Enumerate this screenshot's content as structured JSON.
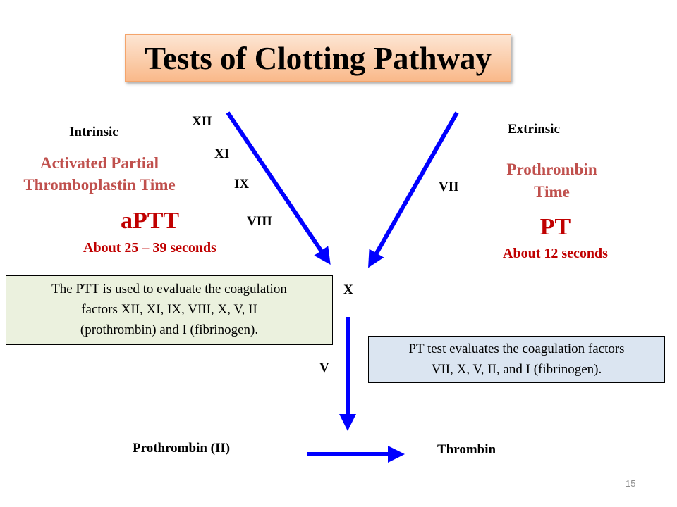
{
  "title": "Tests of Clotting Pathway",
  "intrinsic": {
    "label": "Intrinsic",
    "test_line1": "Activated Partial",
    "test_line2": "Thromboplastin Time",
    "abbr": "aPTT",
    "duration": "About 25 – 39 seconds",
    "factors": [
      "XII",
      "XI",
      "IX",
      "VIII"
    ]
  },
  "extrinsic": {
    "label": "Extrinsic",
    "test_line1": "Prothrombin",
    "test_line2": "Time",
    "abbr": "PT",
    "duration": "About 12 seconds",
    "factor": "VII"
  },
  "common": {
    "x": "X",
    "v": "V",
    "prothrombin": "Prothrombin (II)",
    "thrombin": "Thrombin"
  },
  "ptt_note": {
    "line1": "The PTT is used to evaluate the coagulation",
    "line2": "factors XII, XI, IX, VIII, X, V, II",
    "line3": "(prothrombin) and I (fibrinogen)."
  },
  "pt_note": {
    "line1": "PT test evaluates the coagulation factors",
    "line2": "VII, X, V, II, and I (fibrinogen)."
  },
  "page_number": "15",
  "colors": {
    "arrow": "#0000ff",
    "red": "#c0504d",
    "dark_red": "#c00000"
  }
}
